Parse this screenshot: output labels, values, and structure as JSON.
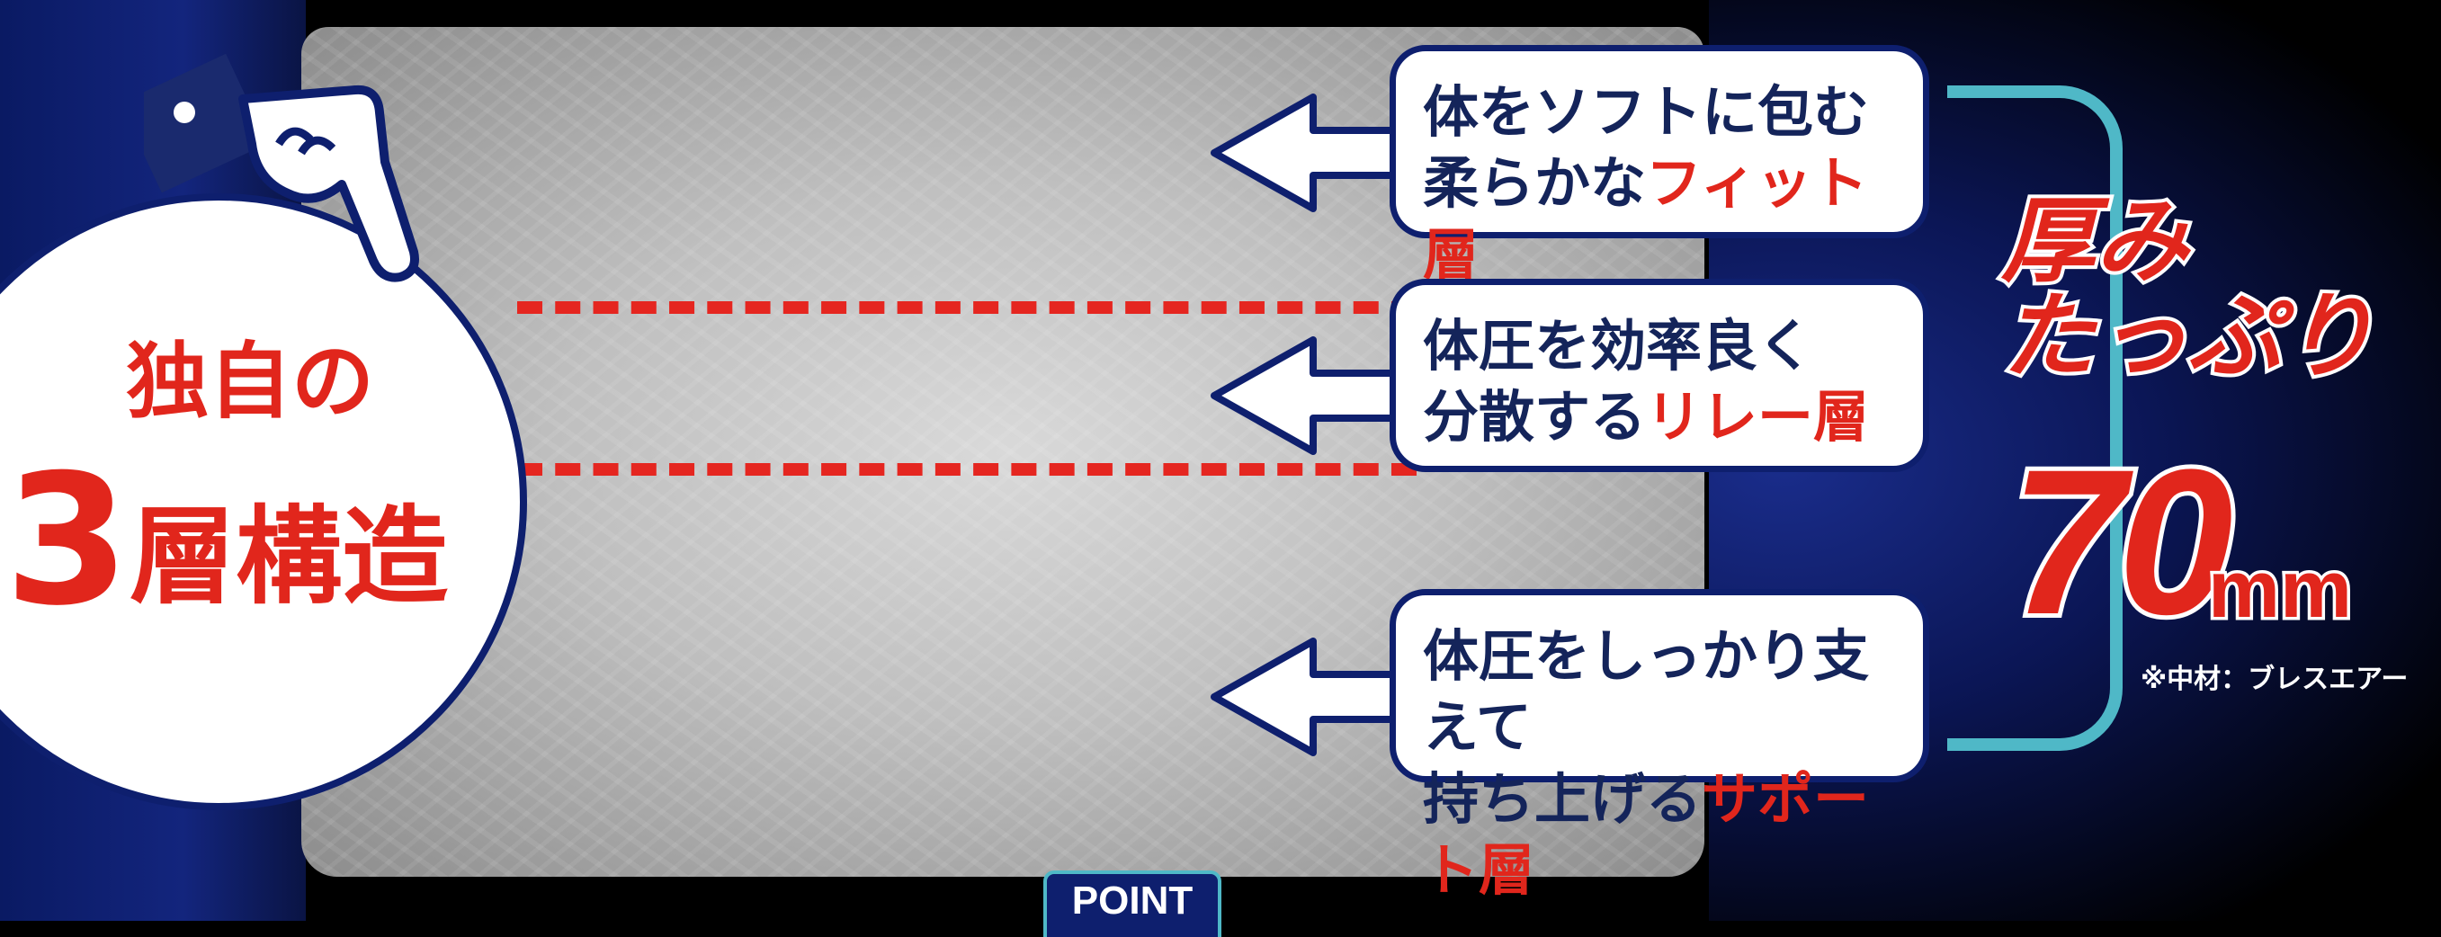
{
  "badge": {
    "line1": "独自の",
    "number": "3",
    "line2_rest": "層構造"
  },
  "layers": [
    {
      "line1": "体をソフトに包む",
      "line2_plain": "柔らかな",
      "line2_red": "フィット層"
    },
    {
      "line1": "体圧を効率良く",
      "line2_plain": "分散する",
      "line2_red": "リレー層"
    },
    {
      "line1": "体圧をしっかり支えて",
      "line2_plain": "持ち上げる",
      "line2_red": "サポート層"
    }
  ],
  "thickness": {
    "line1": "厚み",
    "line2": "たっぷり",
    "value": "70",
    "unit": "mm",
    "note": "※中材：ブレスエアー"
  },
  "point_tab": "POINT",
  "colors": {
    "accent_red": "#e1261c",
    "navy": "#0e1f6e",
    "teal": "#4fb8c7"
  },
  "icons": [
    "pointing-hand-icon",
    "left-arrow-icon"
  ]
}
